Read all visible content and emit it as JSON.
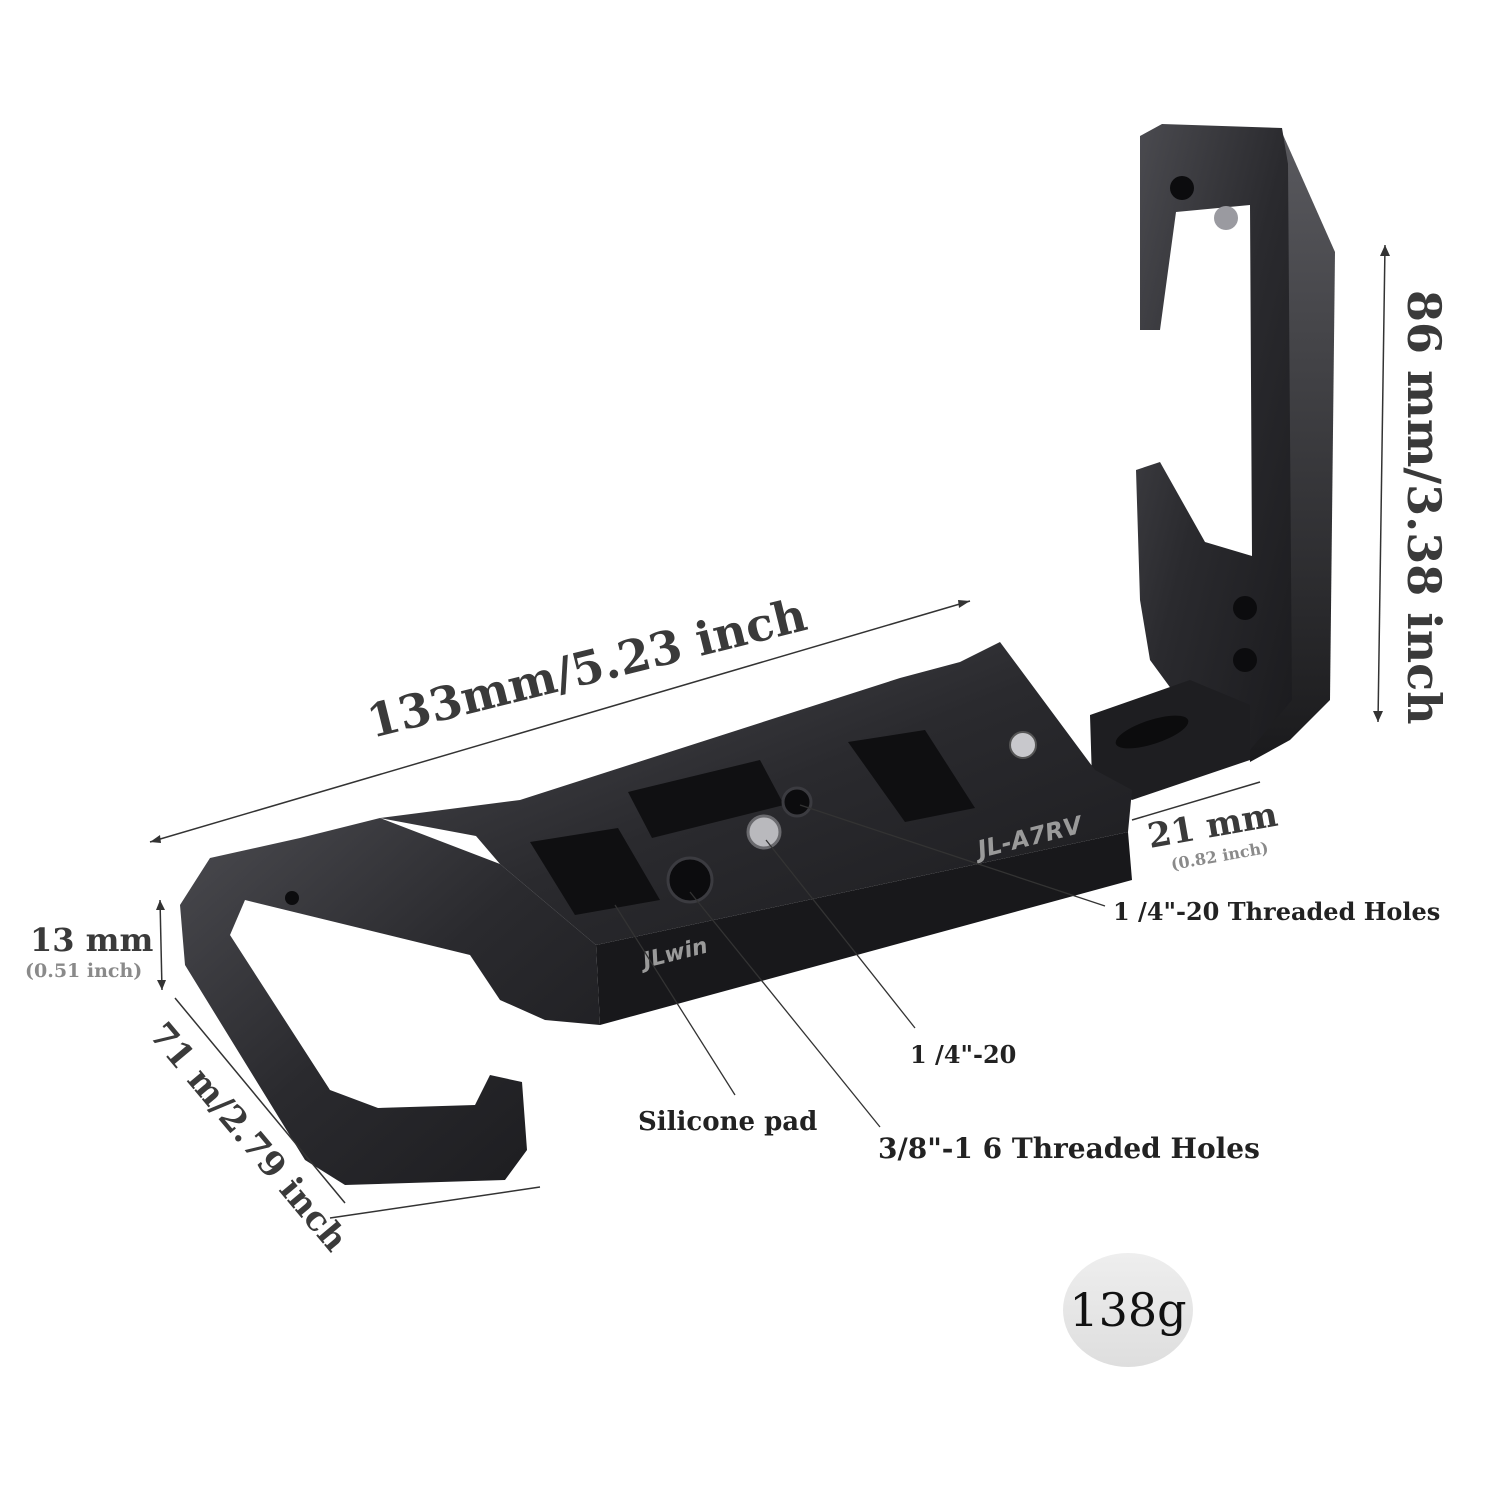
{
  "product": {
    "brand": "JLwin",
    "model": "JL-A7RV"
  },
  "dimensions": {
    "length": "133mm/5.23 inch",
    "height": "86 mm/3.38 inch",
    "depth_main": "21 mm",
    "depth_sub": "(0.82 inch)",
    "thickness_main": "13 mm",
    "thickness_sub": "(0.51 inch)",
    "grip": "71 m/2.79 inch"
  },
  "callouts": {
    "quarter_holes": "1 /4\"-20 Threaded Holes",
    "quarter_screw": "1 /4\"-20",
    "silicone": "Silicone pad",
    "three_eighths": "3/8\"-1 6 Threaded Holes"
  },
  "weight": "138g",
  "colors": {
    "metal": "#2b2b2e",
    "metal_edge": "#4a4a4e",
    "pad": "#101012",
    "dimension_line": "#333333",
    "weight_badge": "#e6e6e6"
  }
}
